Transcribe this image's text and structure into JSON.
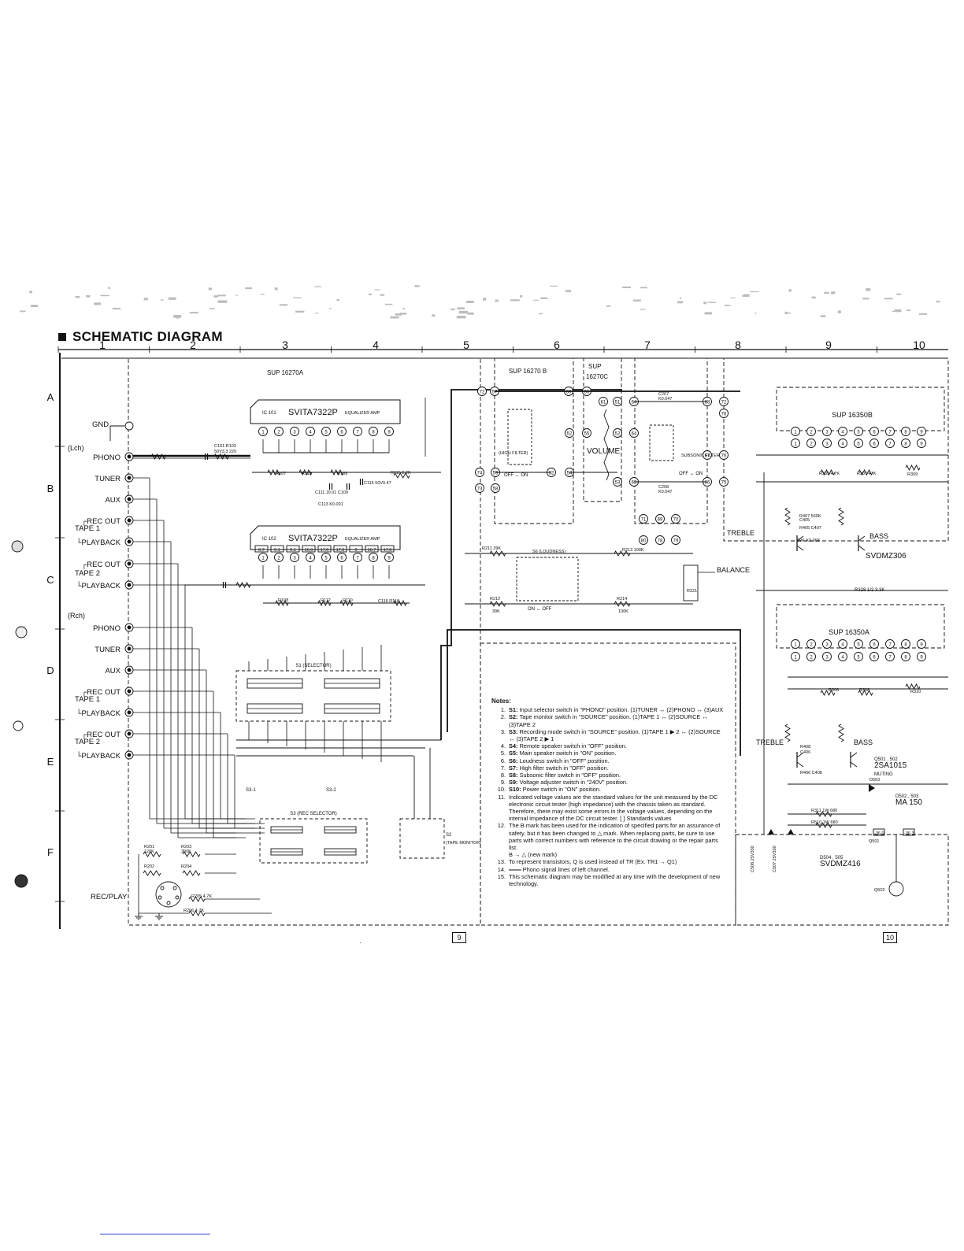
{
  "title": "SCHEMATIC DIAGRAM",
  "columns": [
    "1",
    "2",
    "3",
    "4",
    "5",
    "6",
    "7",
    "8",
    "9",
    "10"
  ],
  "rows": [
    "A",
    "B",
    "C",
    "D",
    "E",
    "F"
  ],
  "boards": {
    "a": "SUP 16270A",
    "b": "SUP 16270 B",
    "c": "SUP 16270C",
    "e": "SUP 16350B",
    "f": "SUP 16350A"
  },
  "ics": {
    "ic101": "IC 101",
    "ic101_part": "SVITA7322P",
    "ic101_func": "EQUALIZER AMP",
    "ic102": "IC 102",
    "ic102_part": "SVITA7322P",
    "ic102_func": "EQUALIZER AMP",
    "ic102_voltages": [
      "0.7",
      "0.1",
      "0.1",
      "16.0",
      "17.0",
      "17.0",
      "0",
      "16.7",
      "17.0"
    ]
  },
  "inputs": {
    "gnd": "GND",
    "lch": "(Lch)",
    "rch": "(Rch)",
    "phono": "PHONO",
    "tuner": "TUNER",
    "aux": "AUX",
    "rec_out": "REC OUT",
    "tape1": "TAPE 1",
    "tape2": "TAPE 2",
    "playback": "PLAYBACK",
    "rec_play": "REC/PLAY"
  },
  "controls": {
    "volume": "VOLUME",
    "treble": "TREBLE",
    "bass": "BASS",
    "balance": "BALANCE",
    "high_filter": "(HIGH FILTER)",
    "subsonic": "SUBSONIC FILTER",
    "loudness": "S6 (LOUDNESS)",
    "selector": "S1 (SELECTOR)",
    "rec_selector": "S3 (REC SELECTOR)",
    "tape_monitor": "(TAPE MONITOR)",
    "off_on": "OFF ↔ ON",
    "on_off": "ON ↔ OFF",
    "muting": "MUTING"
  },
  "semis": {
    "q_bass1": "SVDMZ306",
    "q_muting": "2SA1015",
    "q_muting_ref": "Q501 , 502",
    "d_ma150": "MA 150",
    "d_ma150_ref": "D502 , 503",
    "d_svdmz416": "SVDMZ416",
    "d_svdmz416_ref": "D504 , 505",
    "r328": "R328 1/2 3.3K"
  },
  "components": [
    "C101 50V3.3",
    "R103 220",
    "C107 K470P",
    "R117 820",
    "R111 6.8K",
    "R109 100K",
    "R115 2.2K",
    "C115 50V0.47",
    "R107 220",
    "R113 150",
    "C111 J0.01",
    "C109 J0.039",
    "C113 K0.001",
    "R118 56K",
    "R101 100K",
    "R105 82K",
    "C102",
    "R104",
    "C108",
    "R108",
    "R112",
    "R110",
    "C112",
    "C110",
    "C114",
    "R106",
    "R120",
    "R116",
    "C116",
    "R121 56K",
    "C119 K0.0033",
    "R122 4.7K",
    "C120 J0.01",
    "R223 4.7K",
    "R224 4.7K",
    "R207 4.7K",
    "R219 180K",
    "R209 820K",
    "C205 K0.0039",
    "C204 K0.0039",
    "R211 39K",
    "R213 100K",
    "R212 39K",
    "R214 100K",
    "C207 K0.047",
    "R215 820K",
    "C208 K0.047",
    "R221 200K",
    "R301",
    "C301",
    "R201 120K",
    "R203 390K",
    "R202 120K",
    "R204 390K",
    "R205 4.7K",
    "R206 4.7K",
    "C201 K100P",
    "C202",
    "C303 K100P",
    "R305 4.7K",
    "R307 47K",
    "C313 K3P",
    "C315 K180P",
    "R309 680",
    "R415 5.6K",
    "R407 560K",
    "C405",
    "R405 39K",
    "C407 K0.068",
    "R306",
    "R308",
    "R310",
    "C314",
    "C316",
    "R416",
    "R408",
    "C406",
    "R406",
    "C408",
    "R404",
    "R311 1W 680",
    "R510 1W 680",
    "R509 2.2K",
    "R508 470",
    "R507 33K",
    "R506 1/4 100",
    "C505"
  ],
  "page_numbers": [
    "9",
    "10"
  ],
  "notes_heading": "Notes:",
  "notes": [
    {
      "n": "1.",
      "key": "S1:",
      "text": "Input selector switch in \"PHONO\" position.  (1)TUNER ↔ (2)PHONO ↔ (3)AUX"
    },
    {
      "n": "2.",
      "key": "S2:",
      "text": "Tape monitor switch in \"SOURCE\" position.  (1)TAPE 1 ↔ (2)SOURCE ↔ (3)TAPE 2"
    },
    {
      "n": "3.",
      "key": "S3:",
      "text": "Recording mode switch in \"SOURCE\" position.  (1)TAPE 1 ▶ 2 ↔ (2)SOURCE ↔ (3)TAPE 2 ▶ 1"
    },
    {
      "n": "4.",
      "key": "S4:",
      "text": "Remote speaker switch in \"OFF\" position."
    },
    {
      "n": "5.",
      "key": "S5:",
      "text": "Main speaker switch in \"ON\" position."
    },
    {
      "n": "6.",
      "key": "S6:",
      "text": "Loudness switch in \"OFF\" position."
    },
    {
      "n": "7.",
      "key": "S7:",
      "text": "High filter switch in \"OFF\" position."
    },
    {
      "n": "8.",
      "key": "S8:",
      "text": "Subsonic filter switch in \"OFF\" position."
    },
    {
      "n": "9.",
      "key": "S9:",
      "text": "Voltage adjuster switch in \"240V\" position."
    },
    {
      "n": "10.",
      "key": "S10:",
      "text": "Power switch in \"ON\" position."
    },
    {
      "n": "11.",
      "key": "",
      "text": "Indicated voltage values are the standard values for the unit measured by the DC electronic circuit tester (high impedance) with the chassis taken as standard. Therefore, there may exist some errors in the voltage values, depending on the internal impedance of the DC circuit tester.  [ ] Standards values"
    },
    {
      "n": "12.",
      "key": "",
      "text": "The B mark has been used for the indication of specified parts for an assurance of safety, but it has been changed to △ mark. When replacing parts, be sure to use parts with correct numbers with reference to the circuit drawing or the repair parts list."
    },
    {
      "n": "",
      "key": "",
      "text": "B → △ (new mark)"
    },
    {
      "n": "13.",
      "key": "",
      "text": "To represent transistors, Q is used instead of TR (Ex. TR1 → Q1)"
    },
    {
      "n": "14.",
      "key": "",
      "text": "═══ Phono signal lines of left channel."
    },
    {
      "n": "15.",
      "key": "",
      "text": "This schematic diagram may be modified at any time with the development of new technology."
    }
  ]
}
